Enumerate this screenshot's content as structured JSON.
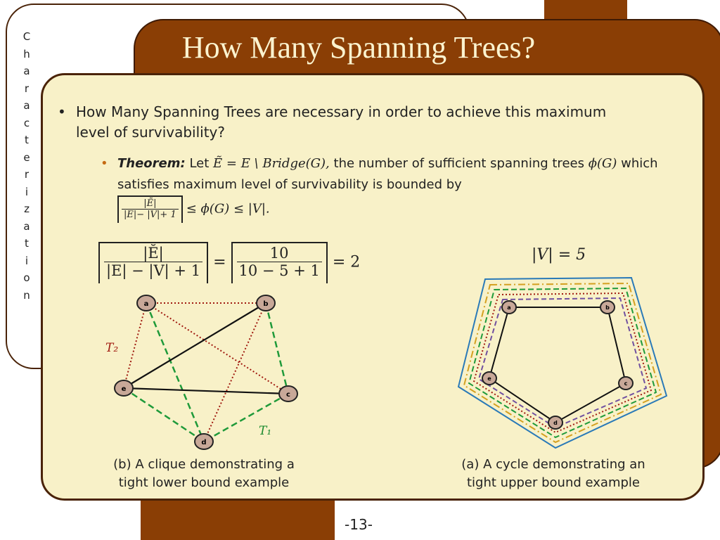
{
  "side_label": [
    "C",
    "h",
    "a",
    "r",
    "a",
    "c",
    "t",
    "e",
    "r",
    "i",
    "z",
    "a",
    "t",
    "i",
    "o",
    "n"
  ],
  "title": "How Many Spanning Trees?",
  "bullet1": "How Many Spanning Trees are necessary in order to achieve this maximum level of survivability?",
  "theorem": {
    "label": "Theorem:",
    "text_let": "Let",
    "set_def": "Ẽ = E \\ Bridge(G),",
    "text_mid": "the number of sufficient spanning trees",
    "phi": "ϕ(G)",
    "text_end": "which satisfies  maximum level of survivability is bounded by",
    "bound_num": "|Ẽ|",
    "bound_den": "|E|− |V|+ 1",
    "bound_rest": "≤ ϕ(G) ≤  |V|."
  },
  "calc": {
    "num1": "|Ĕ|",
    "den1": "|E| − |V| + 1",
    "equals1": "=",
    "num2": "10",
    "den2": "10 − 5 + 1",
    "equals2": "= 2"
  },
  "vertex_count": "|V| = 5",
  "clique": {
    "nodes": [
      "a",
      "b",
      "c",
      "d",
      "e"
    ],
    "tree_labels": [
      "T₂",
      "T₁"
    ],
    "caption": [
      "(b) A clique demonstrating a",
      "tight lower bound  example"
    ]
  },
  "cycle": {
    "nodes": [
      "a",
      "b",
      "c",
      "d",
      "e"
    ],
    "caption": [
      "(a) A cycle demonstrating an",
      "tight upper bound example"
    ]
  },
  "page_number": "-13-",
  "colors": {
    "panel": "#8a3e05",
    "content_bg": "#f8f1c8",
    "t2": "#a01a10",
    "t1": "#1a8a2e",
    "node_fill": "#c8a898"
  }
}
